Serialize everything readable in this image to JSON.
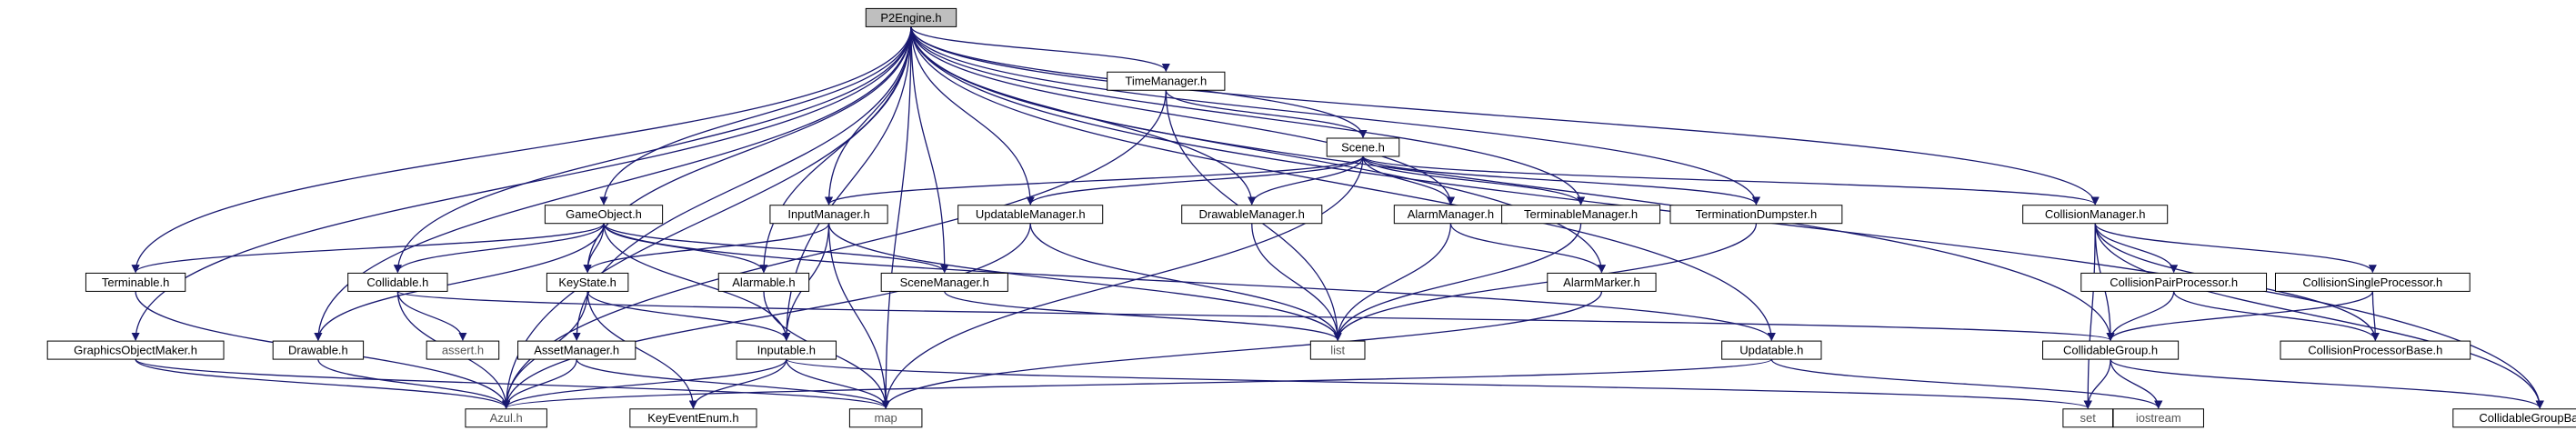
{
  "title": "P2Engine.h",
  "colors": {
    "edge": "#191970",
    "root_fill": "#bfbfbf",
    "node_fill": "#ffffff",
    "node_border": "#000000",
    "external_border": "#bfbfbf"
  },
  "nodes": [
    {
      "id": "p2engine",
      "label": "P2Engine.h",
      "kind": "root"
    },
    {
      "id": "timemanager",
      "label": "TimeManager.h",
      "kind": "file"
    },
    {
      "id": "scene",
      "label": "Scene.h",
      "kind": "file"
    },
    {
      "id": "gameobject",
      "label": "GameObject.h",
      "kind": "file"
    },
    {
      "id": "inputmanager",
      "label": "InputManager.h",
      "kind": "file"
    },
    {
      "id": "updatablemanager",
      "label": "UpdatableManager.h",
      "kind": "file"
    },
    {
      "id": "drawablemanager",
      "label": "DrawableManager.h",
      "kind": "file"
    },
    {
      "id": "alarmmanager",
      "label": "AlarmManager.h",
      "kind": "file"
    },
    {
      "id": "terminablemanager",
      "label": "TerminableManager.h",
      "kind": "file"
    },
    {
      "id": "terminationdumpster",
      "label": "TerminationDumpster.h",
      "kind": "file"
    },
    {
      "id": "collisionmanager",
      "label": "CollisionManager.h",
      "kind": "file"
    },
    {
      "id": "terminable",
      "label": "Terminable.h",
      "kind": "file"
    },
    {
      "id": "collidable",
      "label": "Collidable.h",
      "kind": "file"
    },
    {
      "id": "keystate",
      "label": "KeyState.h",
      "kind": "file"
    },
    {
      "id": "alarmable",
      "label": "Alarmable.h",
      "kind": "file"
    },
    {
      "id": "scenemanager",
      "label": "SceneManager.h",
      "kind": "file"
    },
    {
      "id": "alarmmarker",
      "label": "AlarmMarker.h",
      "kind": "file"
    },
    {
      "id": "collisionpairprocessor",
      "label": "CollisionPairProcessor.h",
      "kind": "file"
    },
    {
      "id": "collisionsingleprocessor",
      "label": "CollisionSingleProcessor.h",
      "kind": "file"
    },
    {
      "id": "graphicsobjectmaker",
      "label": "GraphicsObjectMaker.h",
      "kind": "file"
    },
    {
      "id": "drawable",
      "label": "Drawable.h",
      "kind": "file"
    },
    {
      "id": "assert",
      "label": "assert.h",
      "kind": "external"
    },
    {
      "id": "assetmanager",
      "label": "AssetManager.h",
      "kind": "file"
    },
    {
      "id": "inputable",
      "label": "Inputable.h",
      "kind": "file"
    },
    {
      "id": "list",
      "label": "list",
      "kind": "external"
    },
    {
      "id": "updatable",
      "label": "Updatable.h",
      "kind": "file"
    },
    {
      "id": "collidablegroup",
      "label": "CollidableGroup.h",
      "kind": "file"
    },
    {
      "id": "collisionprocessorbase",
      "label": "CollisionProcessorBase.h",
      "kind": "file"
    },
    {
      "id": "azul",
      "label": "Azul.h",
      "kind": "external"
    },
    {
      "id": "keyeventenum",
      "label": "KeyEventEnum.h",
      "kind": "file"
    },
    {
      "id": "map",
      "label": "map",
      "kind": "external"
    },
    {
      "id": "set",
      "label": "set",
      "kind": "external"
    },
    {
      "id": "iostream",
      "label": "iostream",
      "kind": "external"
    },
    {
      "id": "collidablegroupbase",
      "label": "CollidableGroupBase.h",
      "kind": "file"
    }
  ],
  "edges": [
    [
      "p2engine",
      "timemanager"
    ],
    [
      "p2engine",
      "scene"
    ],
    [
      "p2engine",
      "gameobject"
    ],
    [
      "p2engine",
      "inputmanager"
    ],
    [
      "p2engine",
      "updatablemanager"
    ],
    [
      "p2engine",
      "drawablemanager"
    ],
    [
      "p2engine",
      "alarmmanager"
    ],
    [
      "p2engine",
      "terminablemanager"
    ],
    [
      "p2engine",
      "terminationdumpster"
    ],
    [
      "p2engine",
      "collisionmanager"
    ],
    [
      "p2engine",
      "terminable"
    ],
    [
      "p2engine",
      "collidable"
    ],
    [
      "p2engine",
      "keystate"
    ],
    [
      "p2engine",
      "alarmable"
    ],
    [
      "p2engine",
      "scenemanager"
    ],
    [
      "p2engine",
      "alarmmarker"
    ],
    [
      "p2engine",
      "graphicsobjectmaker"
    ],
    [
      "p2engine",
      "drawable"
    ],
    [
      "p2engine",
      "assetmanager"
    ],
    [
      "p2engine",
      "inputable"
    ],
    [
      "p2engine",
      "updatable"
    ],
    [
      "p2engine",
      "collidablegroup"
    ],
    [
      "p2engine",
      "collidablegroupbase"
    ],
    [
      "p2engine",
      "azul"
    ],
    [
      "p2engine",
      "map"
    ],
    [
      "timemanager",
      "scene"
    ],
    [
      "timemanager",
      "list"
    ],
    [
      "timemanager",
      "azul"
    ],
    [
      "scene",
      "inputmanager"
    ],
    [
      "scene",
      "updatablemanager"
    ],
    [
      "scene",
      "drawablemanager"
    ],
    [
      "scene",
      "alarmmanager"
    ],
    [
      "scene",
      "terminablemanager"
    ],
    [
      "scene",
      "terminationdumpster"
    ],
    [
      "scene",
      "collisionmanager"
    ],
    [
      "scene",
      "map"
    ],
    [
      "gameobject",
      "terminable"
    ],
    [
      "gameobject",
      "collidable"
    ],
    [
      "gameobject",
      "keystate"
    ],
    [
      "gameobject",
      "alarmable"
    ],
    [
      "gameobject",
      "scenemanager"
    ],
    [
      "gameobject",
      "drawable"
    ],
    [
      "gameobject",
      "inputable"
    ],
    [
      "gameobject",
      "updatable"
    ],
    [
      "inputmanager",
      "keystate"
    ],
    [
      "inputmanager",
      "inputable"
    ],
    [
      "inputmanager",
      "list"
    ],
    [
      "inputmanager",
      "map"
    ],
    [
      "updatablemanager",
      "list"
    ],
    [
      "updatablemanager",
      "azul"
    ],
    [
      "drawablemanager",
      "list"
    ],
    [
      "alarmmanager",
      "alarmmarker"
    ],
    [
      "alarmmanager",
      "list"
    ],
    [
      "terminablemanager",
      "list"
    ],
    [
      "terminationdumpster",
      "list"
    ],
    [
      "collisionmanager",
      "collisionpairprocessor"
    ],
    [
      "collisionmanager",
      "collisionsingleprocessor"
    ],
    [
      "collisionmanager",
      "collisionprocessorbase"
    ],
    [
      "collisionmanager",
      "collidablegroup"
    ],
    [
      "collisionmanager",
      "collidablegroupbase"
    ],
    [
      "collisionmanager",
      "set"
    ],
    [
      "terminable",
      "azul"
    ],
    [
      "collidable",
      "azul"
    ],
    [
      "collidable",
      "assert"
    ],
    [
      "collidable",
      "collidablegroup"
    ],
    [
      "keystate",
      "azul"
    ],
    [
      "keystate",
      "keyeventenum"
    ],
    [
      "keystate",
      "inputable"
    ],
    [
      "alarmable",
      "map"
    ],
    [
      "scenemanager",
      "list"
    ],
    [
      "alarmmarker",
      "map"
    ],
    [
      "collisionpairprocessor",
      "collidablegroup"
    ],
    [
      "collisionpairprocessor",
      "collisionprocessorbase"
    ],
    [
      "collisionsingleprocessor",
      "collidablegroup"
    ],
    [
      "collisionsingleprocessor",
      "collisionprocessorbase"
    ],
    [
      "graphicsobjectmaker",
      "azul"
    ],
    [
      "graphicsobjectmaker",
      "map"
    ],
    [
      "drawable",
      "azul"
    ],
    [
      "assetmanager",
      "azul"
    ],
    [
      "assetmanager",
      "map"
    ],
    [
      "inputable",
      "azul"
    ],
    [
      "inputable",
      "keyeventenum"
    ],
    [
      "inputable",
      "map"
    ],
    [
      "inputable",
      "set"
    ],
    [
      "updatable",
      "azul"
    ],
    [
      "updatable",
      "iostream"
    ],
    [
      "collidablegroup",
      "set"
    ],
    [
      "collidablegroup",
      "iostream"
    ],
    [
      "collidablegroup",
      "collidablegroupbase"
    ]
  ]
}
